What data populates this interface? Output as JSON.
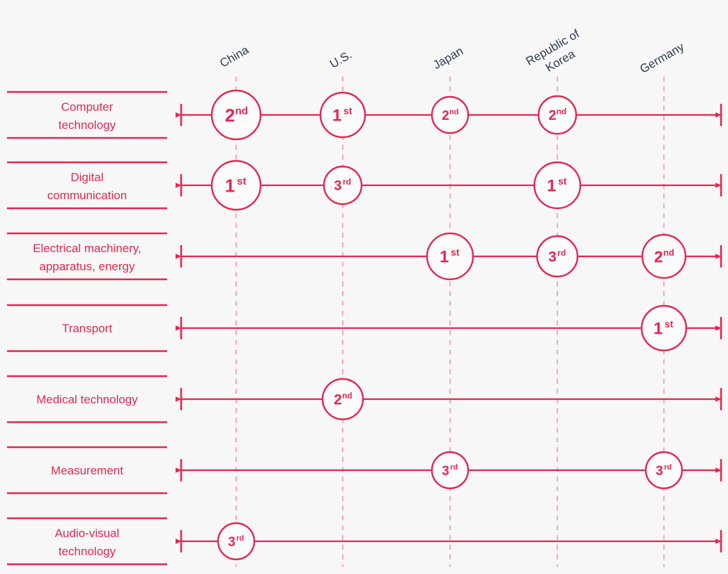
{
  "chart_data": {
    "type": "table",
    "title": "",
    "xlabel": "",
    "ylabel": "",
    "grid": true,
    "legend_position": "none",
    "orientation": "rows-are-technology-fields",
    "categories": [
      "China",
      "U.S.",
      "Japan",
      "Republic of Korea",
      "Germany"
    ],
    "rows": [
      "Computer technology",
      "Digital communication",
      "Electrical machinery, apparatus, energy",
      "Transport",
      "Medical technology",
      "Measurement",
      "Audio-visual technology"
    ],
    "cells": [
      {
        "row": "Computer technology",
        "country": "China",
        "rank": 2,
        "label": "2nd"
      },
      {
        "row": "Computer technology",
        "country": "U.S.",
        "rank": 1,
        "label": "1st"
      },
      {
        "row": "Computer technology",
        "country": "Japan",
        "rank": 2,
        "label": "2nd"
      },
      {
        "row": "Computer technology",
        "country": "Republic of Korea",
        "rank": 2,
        "label": "2nd"
      },
      {
        "row": "Digital communication",
        "country": "China",
        "rank": 1,
        "label": "1st"
      },
      {
        "row": "Digital communication",
        "country": "U.S.",
        "rank": 3,
        "label": "3rd"
      },
      {
        "row": "Digital communication",
        "country": "Republic of Korea",
        "rank": 1,
        "label": "1st"
      },
      {
        "row": "Electrical machinery, apparatus, energy",
        "country": "Japan",
        "rank": 1,
        "label": "1st"
      },
      {
        "row": "Electrical machinery, apparatus, energy",
        "country": "Republic of Korea",
        "rank": 3,
        "label": "3rd"
      },
      {
        "row": "Electrical machinery, apparatus, energy",
        "country": "Germany",
        "rank": 2,
        "label": "2nd"
      },
      {
        "row": "Transport",
        "country": "Germany",
        "rank": 1,
        "label": "1st"
      },
      {
        "row": "Medical technology",
        "country": "U.S.",
        "rank": 2,
        "label": "2nd"
      },
      {
        "row": "Measurement",
        "country": "Japan",
        "rank": 3,
        "label": "3rd"
      },
      {
        "row": "Measurement",
        "country": "Germany",
        "rank": 3,
        "label": "3rd"
      },
      {
        "row": "Audio-visual technology",
        "country": "China",
        "rank": 3,
        "label": "3rd"
      }
    ]
  },
  "colors": {
    "accent": "#e5264f",
    "guide": "#f3a8bb",
    "background": "#f7f7f7",
    "header_text": "#2e3a52",
    "node_fill": "#fbfbfb"
  },
  "columns": [
    {
      "name": "China",
      "label": "China",
      "label_line2": ""
    },
    {
      "name": "U.S.",
      "label": "U.S.",
      "label_line2": ""
    },
    {
      "name": "Japan",
      "label": "Japan",
      "label_line2": ""
    },
    {
      "name": "Republic of Korea",
      "label": "Republic of",
      "label_line2": "Korea"
    },
    {
      "name": "Germany",
      "label": "Germany",
      "label_line2": ""
    }
  ],
  "rows": [
    {
      "name": "computer-technology",
      "line1": "Computer",
      "line2": "technology"
    },
    {
      "name": "digital-communication",
      "line1": "Digital",
      "line2": "communication"
    },
    {
      "name": "electrical-machinery",
      "line1": "Electrical machinery,",
      "line2": "apparatus, energy"
    },
    {
      "name": "transport",
      "line1": "Transport",
      "line2": ""
    },
    {
      "name": "medical-technology",
      "line1": "Medical technology",
      "line2": ""
    },
    {
      "name": "measurement",
      "line1": "Measurement",
      "line2": ""
    },
    {
      "name": "audio-visual",
      "line1": "Audio-visual",
      "line2": "technology"
    }
  ],
  "nodes": [
    {
      "row": 0,
      "col": 0,
      "num": "2",
      "sfx": "nd",
      "d": 70
    },
    {
      "row": 0,
      "col": 1,
      "num": "1",
      "sfx": "st",
      "d": 64
    },
    {
      "row": 0,
      "col": 2,
      "num": "2",
      "sfx": "nd",
      "d": 52
    },
    {
      "row": 0,
      "col": 3,
      "num": "2",
      "sfx": "nd",
      "d": 54
    },
    {
      "row": 1,
      "col": 0,
      "num": "1",
      "sfx": "st",
      "d": 70
    },
    {
      "row": 1,
      "col": 1,
      "num": "3",
      "sfx": "rd",
      "d": 54
    },
    {
      "row": 1,
      "col": 3,
      "num": "1",
      "sfx": "st",
      "d": 66
    },
    {
      "row": 2,
      "col": 2,
      "num": "1",
      "sfx": "st",
      "d": 66
    },
    {
      "row": 2,
      "col": 3,
      "num": "3",
      "sfx": "rd",
      "d": 58
    },
    {
      "row": 2,
      "col": 4,
      "num": "2",
      "sfx": "nd",
      "d": 62
    },
    {
      "row": 3,
      "col": 4,
      "num": "1",
      "sfx": "st",
      "d": 64
    },
    {
      "row": 4,
      "col": 1,
      "num": "2",
      "sfx": "nd",
      "d": 58
    },
    {
      "row": 5,
      "col": 2,
      "num": "3",
      "sfx": "rd",
      "d": 52
    },
    {
      "row": 5,
      "col": 4,
      "num": "3",
      "sfx": "rd",
      "d": 52
    },
    {
      "row": 6,
      "col": 0,
      "num": "3",
      "sfx": "rd",
      "d": 52
    }
  ]
}
